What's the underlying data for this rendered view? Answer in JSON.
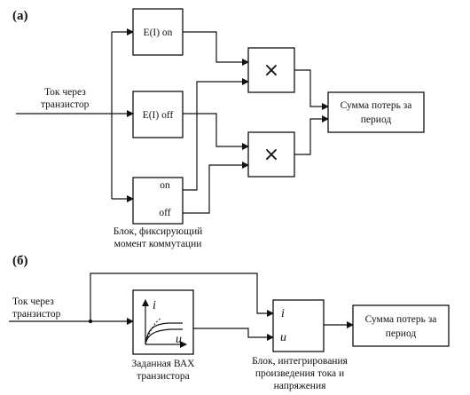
{
  "diagram_a": {
    "panel_label": "(а)",
    "input_label_line1": "Ток через",
    "input_label_line2": "транзистор",
    "block_e_on": "E(I) on",
    "block_e_off": "E(I) off",
    "multiply_symbol": "×",
    "sum_line1": "Сумма потерь за",
    "sum_line2": "период",
    "switch_on": "on",
    "switch_off": "off",
    "switch_caption_line1": "Блок, фиксирующий",
    "switch_caption_line2": "момент коммутации"
  },
  "diagram_b": {
    "panel_label": "(б)",
    "input_label_line1": "Ток через",
    "input_label_line2": "транзистор",
    "axis_i": "i",
    "axis_u": "u",
    "vax_caption_line1": "Заданная ВАХ",
    "vax_caption_line2": "транзистора",
    "integ_in_i": "i",
    "integ_in_u": "u",
    "integ_caption_line1": "Блок, интегрирования",
    "integ_caption_line2": "произведения тока и",
    "integ_caption_line3": "напряжения",
    "sum_line1": "Сумма потерь за",
    "sum_line2": "период"
  }
}
